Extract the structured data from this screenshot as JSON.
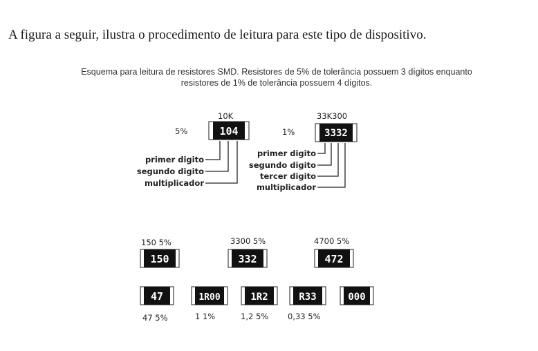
{
  "intro_text": "A figura a seguir, ilustra o procedimento de leitura para este tipo de dispositivo.",
  "caption": {
    "line1": "Esquema para leitura de resistores SMD. Resistores de 5% de tolerância possuem 3 dígitos enquanto",
    "line2": "resistores de 1% de tolerância possuem 4 dígitos."
  },
  "diagram_left": {
    "value": "10K",
    "tolerance": "5%",
    "code": "104",
    "labels": [
      "primer digito",
      "segundo digito",
      "multiplicador"
    ]
  },
  "diagram_right": {
    "value": "33K300",
    "tolerance": "1%",
    "code": "3332",
    "labels": [
      "primer digito",
      "segundo digito",
      "tercer digito",
      "multiplicador"
    ]
  },
  "row1": [
    {
      "label": "150  5%",
      "code": "150"
    },
    {
      "label": "3300 5%",
      "code": "332"
    },
    {
      "label": "4700 5%",
      "code": "472"
    }
  ],
  "row2": [
    {
      "label": "47 5%",
      "code": "47"
    },
    {
      "label": "1   1%",
      "code": "1R00"
    },
    {
      "label": "1,2   5%",
      "code": "1R2"
    },
    {
      "label": "0,33   5%",
      "code": "R33"
    },
    {
      "label": "",
      "code": "000"
    }
  ],
  "colors": {
    "chip_body": "#111111",
    "chip_cap": "#ffffff",
    "text": "#222222"
  }
}
